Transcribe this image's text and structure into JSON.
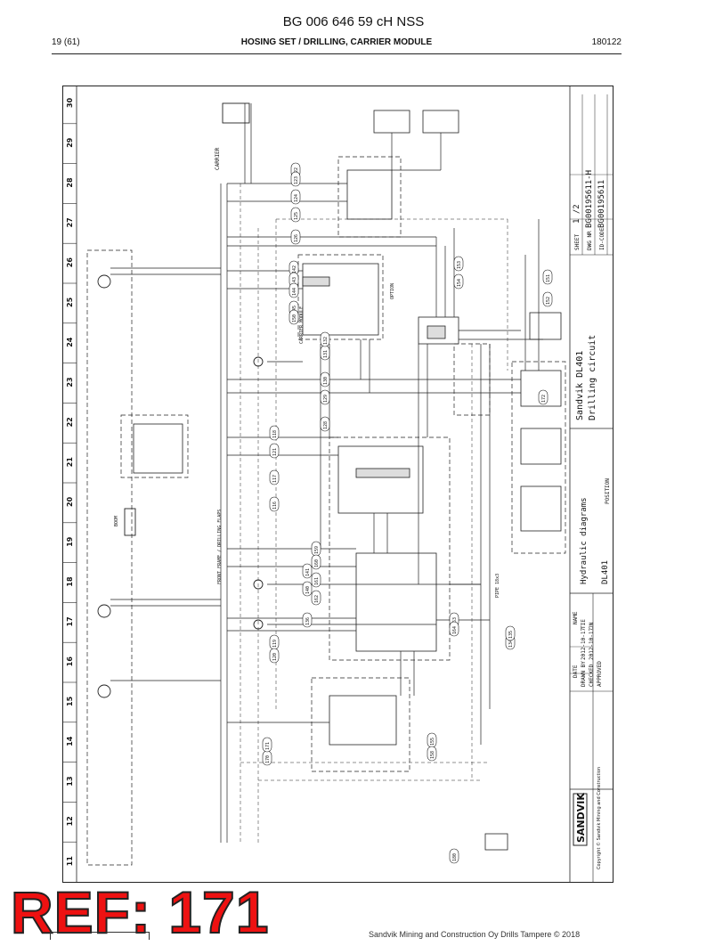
{
  "header": {
    "doc_number": "BG 006 646 59 cH NSS",
    "page": "19 (61)",
    "section": "HOSING SET / DRILLING, CARRIER MODULE",
    "code": "180122"
  },
  "grid_numbers": [
    "30",
    "29",
    "28",
    "27",
    "26",
    "25",
    "24",
    "23",
    "22",
    "21",
    "20",
    "19",
    "18",
    "17",
    "16",
    "15",
    "14",
    "13",
    "12",
    "11"
  ],
  "title_block": {
    "brand": "SANDVIK",
    "copyright": "Copyright © Sandvik Mining and Construction",
    "machine": "Sandvik DL401",
    "circuit": "Drilling circuit",
    "diagram_type": "Hydraulic diagrams",
    "model": "DL401",
    "position_label": "POSITION",
    "sheet_label": "SHEET",
    "sheet": "1 /2",
    "dwg_label": "DWG NR",
    "dwg_nr": "BG00195611-H",
    "id_label": "ID-CODE",
    "id_code": "BG00195611",
    "date_label": "DATE",
    "name_label": "NAME",
    "drawn_label": "DRAWN BY",
    "drawn_date": "2012-10-17",
    "drawn_name": "TIE",
    "checked_label": "CHECKED",
    "checked_date": "2012-10-17",
    "checked_name": "JN",
    "approved_label": "APPROVED"
  },
  "schematic": {
    "labels": [
      "CARRIER",
      "CARRIER MODULE",
      "FRONT FRAME / DRILLING FLAPS",
      "OPTION",
      "BOOM",
      "PIPE 18x3"
    ],
    "hose_numbers": [
      "122",
      "123",
      "124",
      "125",
      "126",
      "116",
      "117",
      "118",
      "119",
      "120",
      "121",
      "128",
      "129",
      "130",
      "131",
      "132",
      "134",
      "135",
      "136",
      "140",
      "141",
      "142",
      "143",
      "144",
      "145",
      "150",
      "151",
      "152",
      "153",
      "154",
      "155",
      "158",
      "159",
      "160",
      "161",
      "162",
      "163",
      "164",
      "170",
      "171",
      "172",
      "180"
    ]
  },
  "ref_stamp": "REF: 171",
  "footer": "Sandvik Mining and Construction Oy Drills Tampere © 2018"
}
